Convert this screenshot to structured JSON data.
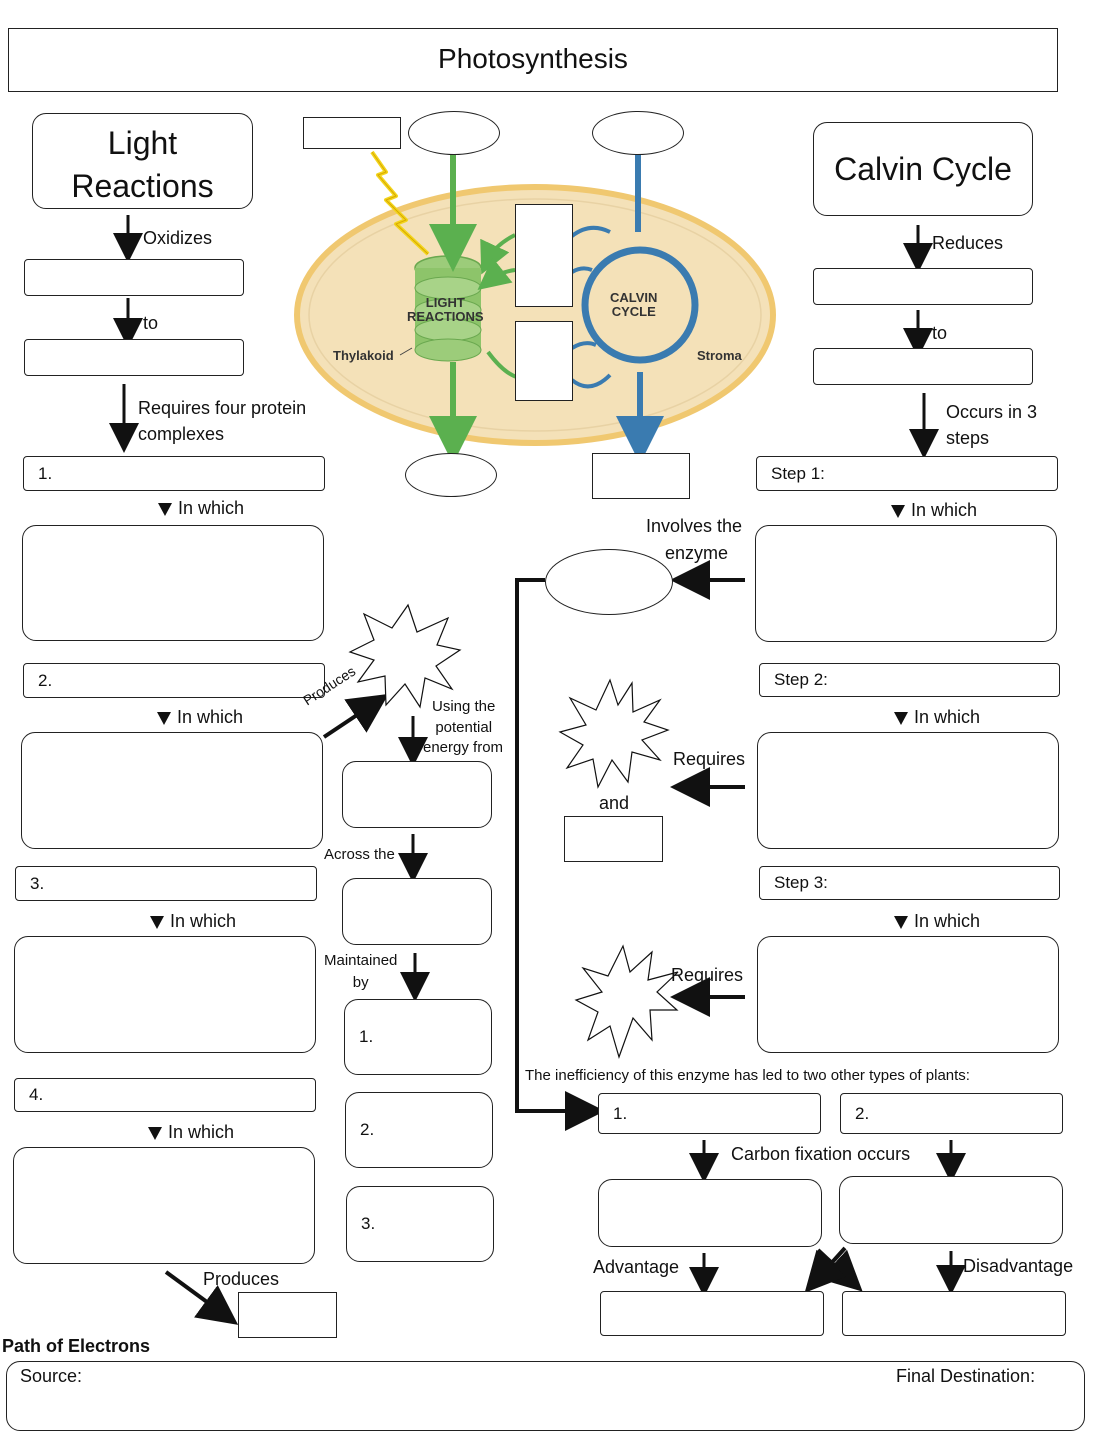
{
  "title": "Photosynthesis",
  "left_header": {
    "line1": "Light",
    "line2": "Reactions"
  },
  "right_header": "Calvin Cycle",
  "left_chain": {
    "oxidizes": "Oxidizes",
    "to": "to",
    "requires": "Requires four protein",
    "requires2": "complexes",
    "complexes": [
      "1.",
      "2.",
      "3.",
      "4."
    ],
    "in_which": "In which",
    "produces": "Produces"
  },
  "right_chain": {
    "reduces": "Reduces",
    "to": "to",
    "occurs": "Occurs in 3",
    "occurs2": "steps",
    "steps": [
      "Step 1:",
      "Step 2:",
      "Step 3:"
    ],
    "in_which": "In which",
    "involves": "Involves the",
    "involves2": "enzyme",
    "requires": "Requires",
    "and": "and",
    "inefficiency": "The inefficiency of this enzyme has led to two other types of plants:",
    "plant_types": [
      "1.",
      "2."
    ],
    "carbon_fixation": "Carbon fixation occurs",
    "advantage": "Advantage",
    "disadvantage": "Disadvantage"
  },
  "middle_chain": {
    "produces": "Produces",
    "using": "Using the",
    "using2": "potential",
    "using3": "energy from",
    "across": "Across the",
    "maintained": "Maintained",
    "maintained2": "by",
    "items": [
      "1.",
      "2.",
      "3."
    ]
  },
  "diagram": {
    "light_reactions": "LIGHT",
    "light_reactions2": "REACTIONS",
    "calvin": "CALVIN",
    "calvin2": "CYCLE",
    "thylakoid": "Thylakoid",
    "stroma": "Stroma"
  },
  "footer": {
    "path": "Path of Electrons",
    "source": "Source:",
    "destination": "Final Destination:"
  },
  "colors": {
    "green": "#5bb04f",
    "blue": "#3a7bb0",
    "chloroplast_fill": "#f4e1b8",
    "chloroplast_edge": "#f0c870"
  }
}
